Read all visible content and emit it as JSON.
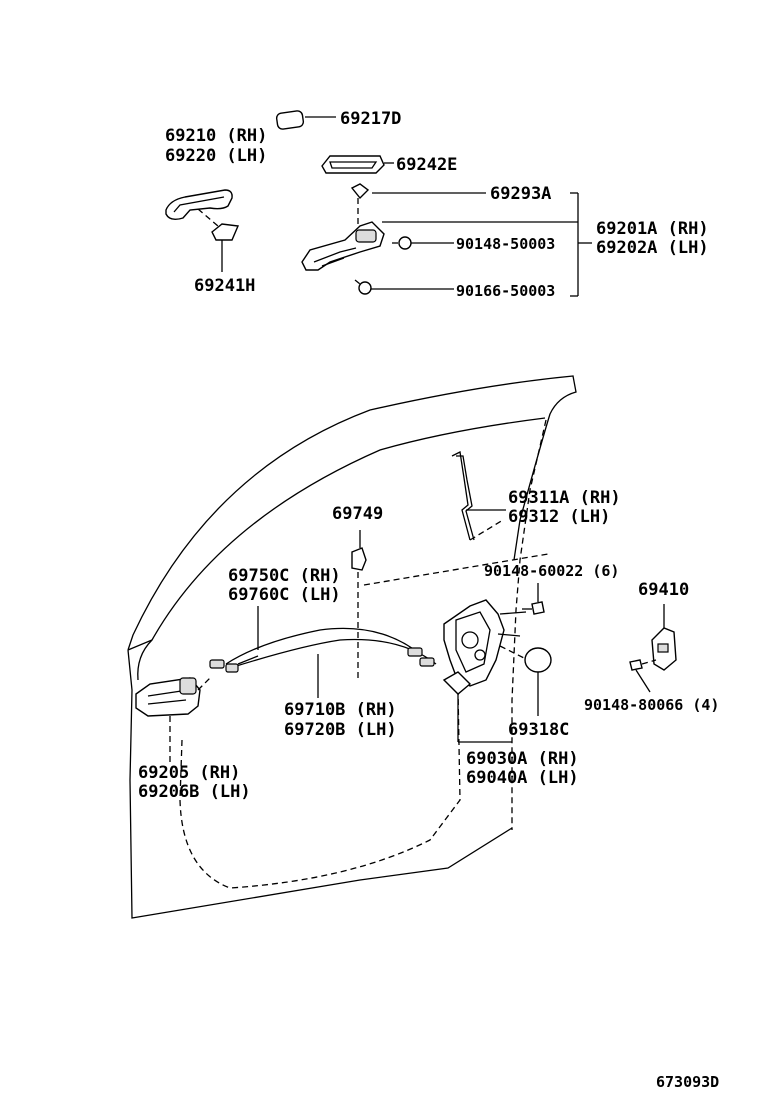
{
  "labels": {
    "p69217D": "69217D",
    "p69210": "69210 (RH)",
    "p69220": "69220 (LH)",
    "p69242E": "69242E",
    "p69293A": "69293A",
    "p69201A": "69201A (RH)",
    "p69202A": "69202A (LH)",
    "p90148_50003": "90148-50003",
    "p90166_50003": "90166-50003",
    "p69241H": "69241H",
    "p69311A": "69311A (RH)",
    "p69312": "69312 (LH)",
    "p69749": "69749",
    "p69750C": "69750C (RH)",
    "p69760C": "69760C (LH)",
    "p90148_60022": "90148-60022 (6)",
    "p69410": "69410",
    "p69710B": "69710B (RH)",
    "p69720B": "69720B (LH)",
    "p69318C": "69318C",
    "p90148_80066": "90148-80066 (4)",
    "p69205": "69205 (RH)",
    "p69206B": "69206B (LH)",
    "p69030A": "69030A (RH)",
    "p69040A": "69040A (LH)"
  },
  "figure_id": "673093D"
}
